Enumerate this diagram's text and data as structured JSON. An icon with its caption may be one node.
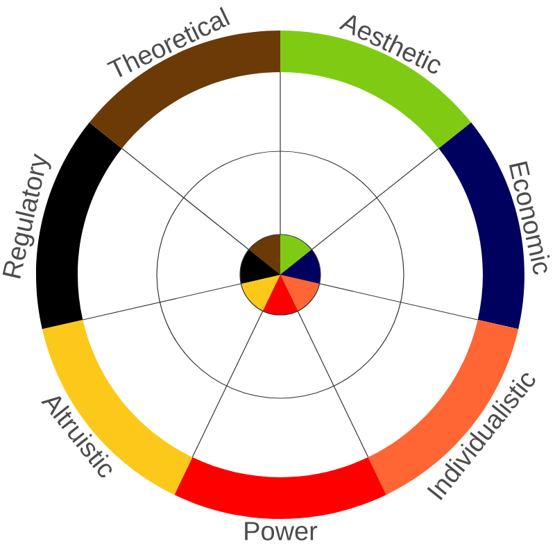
{
  "diagram": {
    "nodes": [
      {
        "text": [
          "Aesthetic"
        ]
      },
      {
        "text": [
          "Economic"
        ]
      },
      {
        "text": [
          "Individualistic"
        ]
      },
      {
        "text": [
          "Power"
        ]
      },
      {
        "text": [
          "Altruistic"
        ]
      },
      {
        "text": [
          "Regulatory"
        ]
      },
      {
        "text": [
          "Theoretical"
        ]
      }
    ]
  }
}
